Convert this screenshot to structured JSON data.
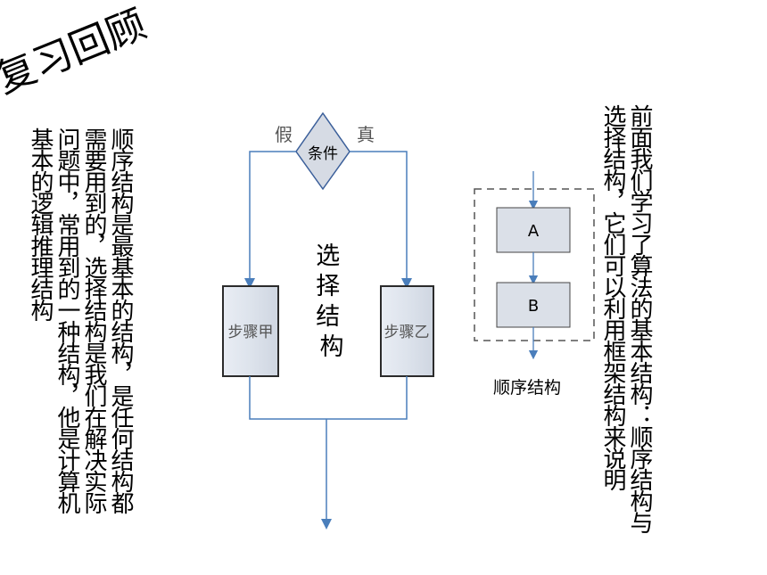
{
  "title": "复习回顾",
  "left_paragraph": "顺序结构是最基本的结构，是任何结构都需要用到的，选择结构是我们在解决实际问题中，常用到的一种结构，他是计算机基本的逻辑推理结构",
  "right_paragraph": "前面我们学习了算法的基本结构：顺序结构与选择结构，它们可以利用框架结构来说明",
  "selection": {
    "condition": "条件",
    "false_label": "假",
    "true_label": "真",
    "step_left": "步骤甲",
    "step_right": "步骤乙",
    "caption": "选择结构"
  },
  "sequence": {
    "box_a": "A",
    "box_b": "B",
    "caption": "顺序结构"
  }
}
